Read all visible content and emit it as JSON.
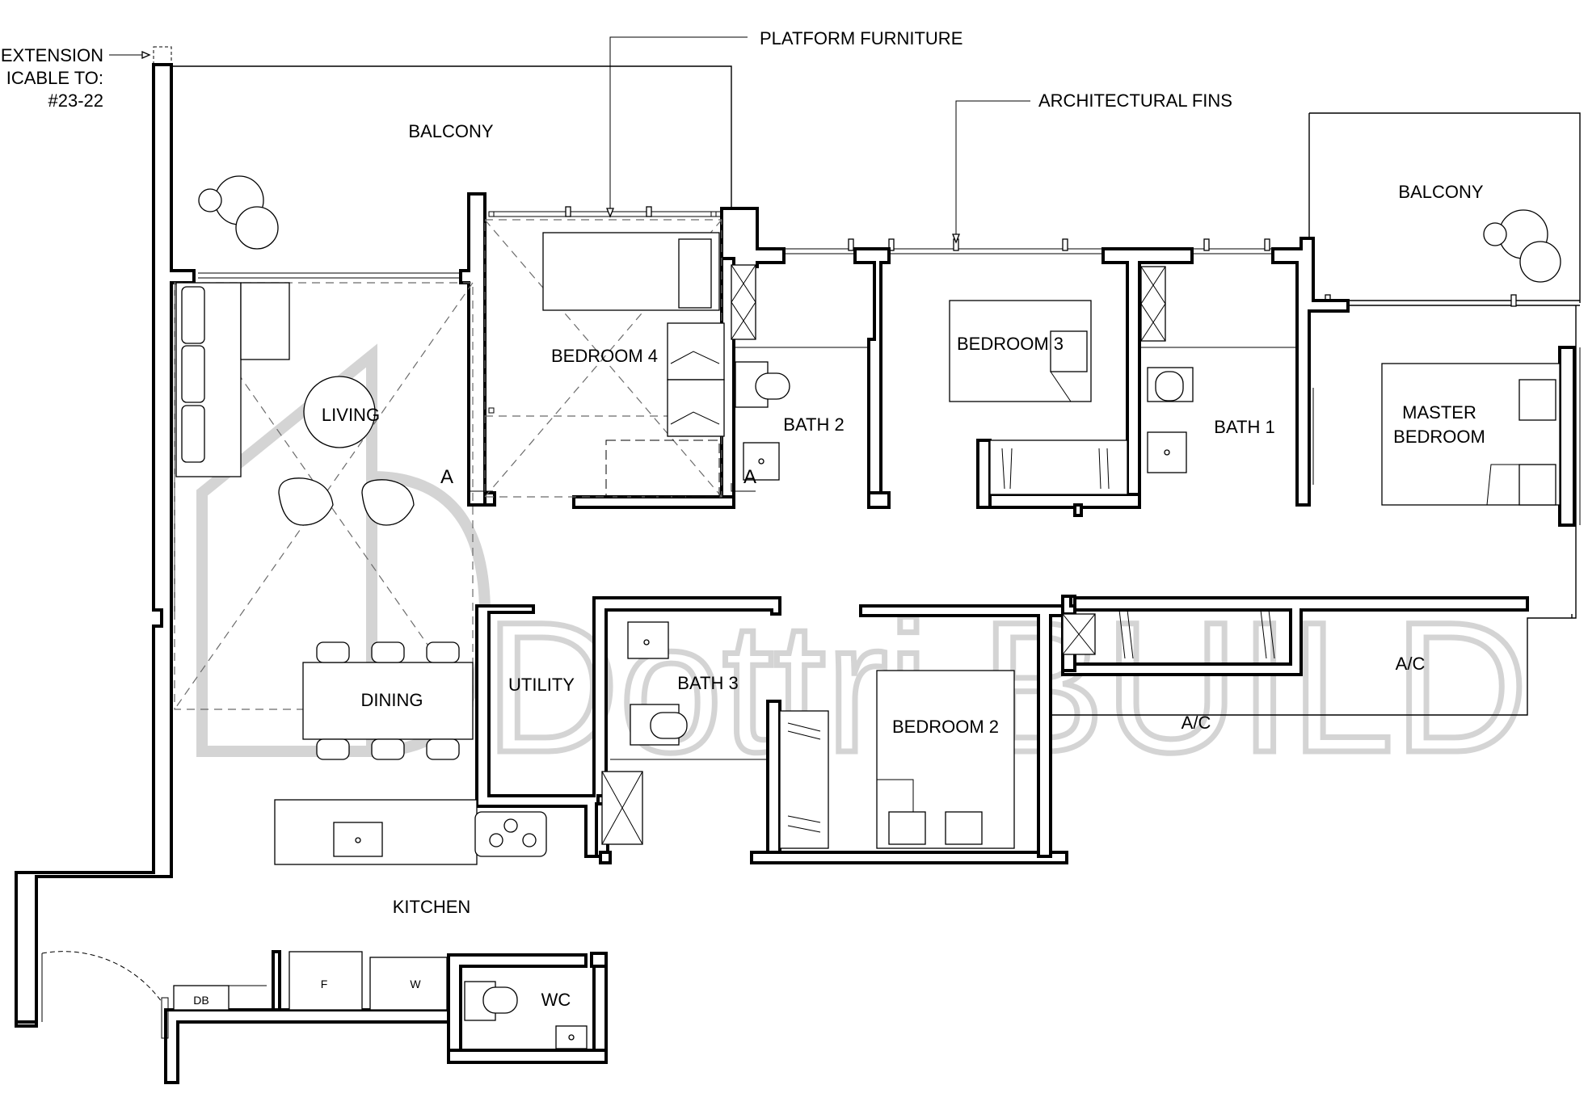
{
  "annotations": {
    "extension_line1": "EXTENSION",
    "extension_line2": "ICABLE TO:",
    "extension_line3": "#23-22",
    "platform_furniture": "PLATFORM FURNITURE",
    "architectural_fins": "ARCHITECTURAL FINS",
    "section_marker": "A"
  },
  "rooms": {
    "balcony_left": "BALCONY",
    "balcony_right": "BALCONY",
    "living": "LIVING",
    "dining": "DINING",
    "bedroom4": "BEDROOM 4",
    "bath2": "BATH 2",
    "bedroom3": "BEDROOM 3",
    "bath1": "BATH 1",
    "master_line1": "MASTER",
    "master_line2": "BEDROOM",
    "utility": "UTILITY",
    "bath3": "BATH 3",
    "bedroom2": "BEDROOM 2",
    "ac_left": "A/C",
    "ac_right": "A/C",
    "kitchen": "KITCHEN",
    "wc": "WC"
  },
  "fixtures": {
    "db": "DB",
    "fridge": "F",
    "washer": "W"
  },
  "watermark": "Dottri.BUILD"
}
